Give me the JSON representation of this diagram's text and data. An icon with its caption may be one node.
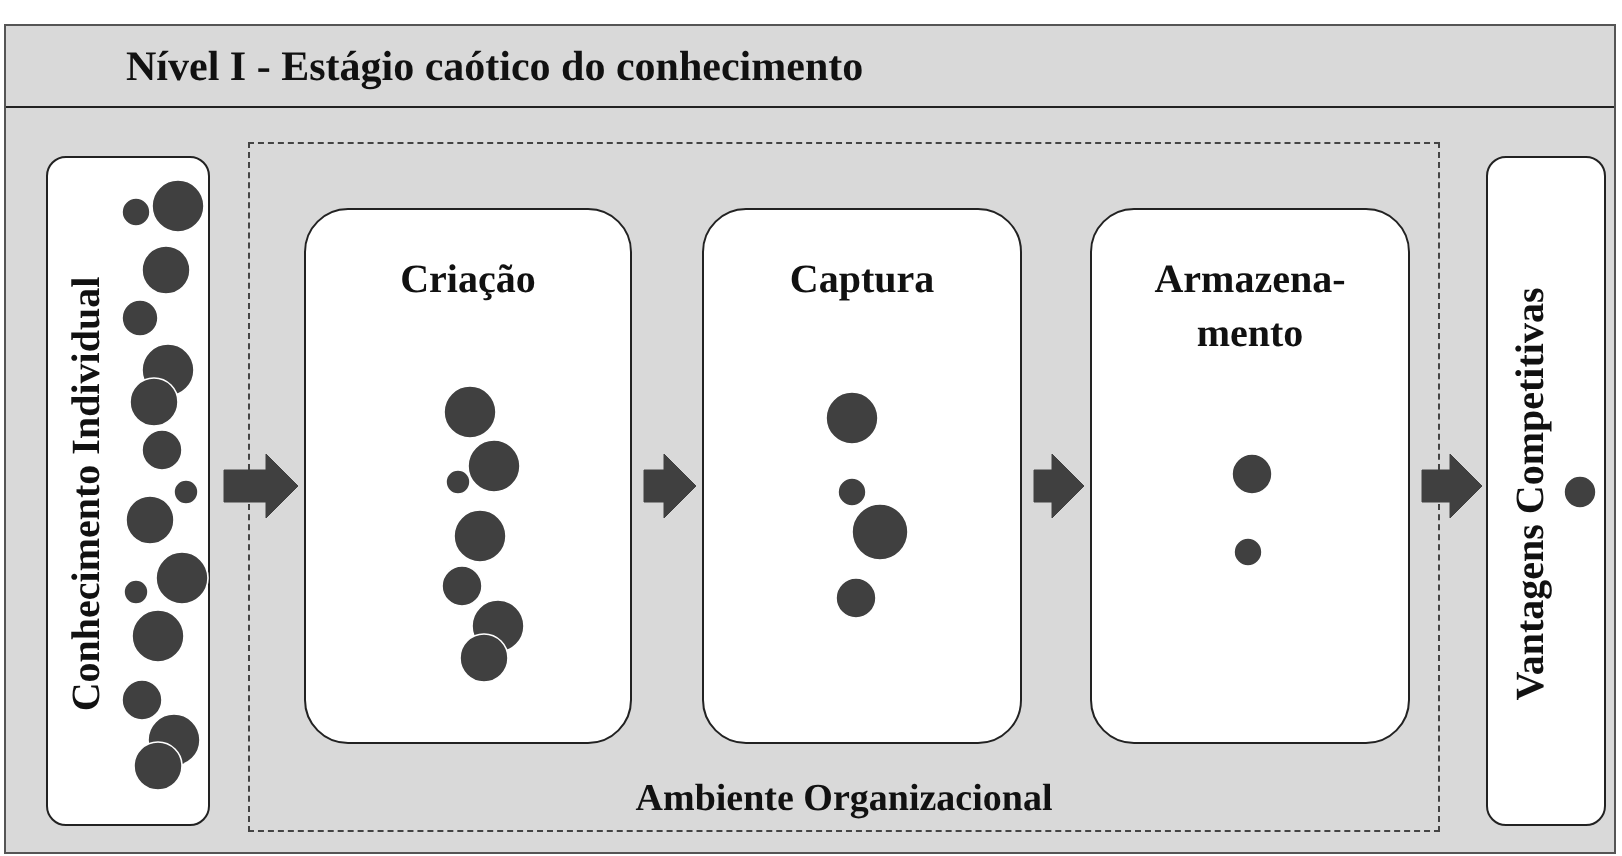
{
  "diagram": {
    "nodes": [
      {
        "text": [
          "Nível I - Estágio caótico do conhecimento"
        ]
      },
      {
        "text": [
          "Conhecimento Individual"
        ],
        "in": 0
      },
      {
        "text": [
          "Ambiente Organizacional"
        ],
        "in": 0
      },
      {
        "text": [
          "Criação"
        ],
        "in": 2
      },
      {
        "text": [
          "Captura"
        ],
        "in": 2
      },
      {
        "text": [
          "Armazena- mento"
        ],
        "in": 2
      },
      {
        "text": [
          "Vantagens Competitivas"
        ],
        "in": 0
      }
    ],
    "edges": [
      {
        "from": 1,
        "to": 3,
        "arrow": "to"
      },
      {
        "from": 3,
        "to": 4,
        "arrow": "to"
      },
      {
        "from": 4,
        "to": 5,
        "arrow": "to"
      },
      {
        "from": 5,
        "to": 6,
        "arrow": "to"
      }
    ]
  }
}
